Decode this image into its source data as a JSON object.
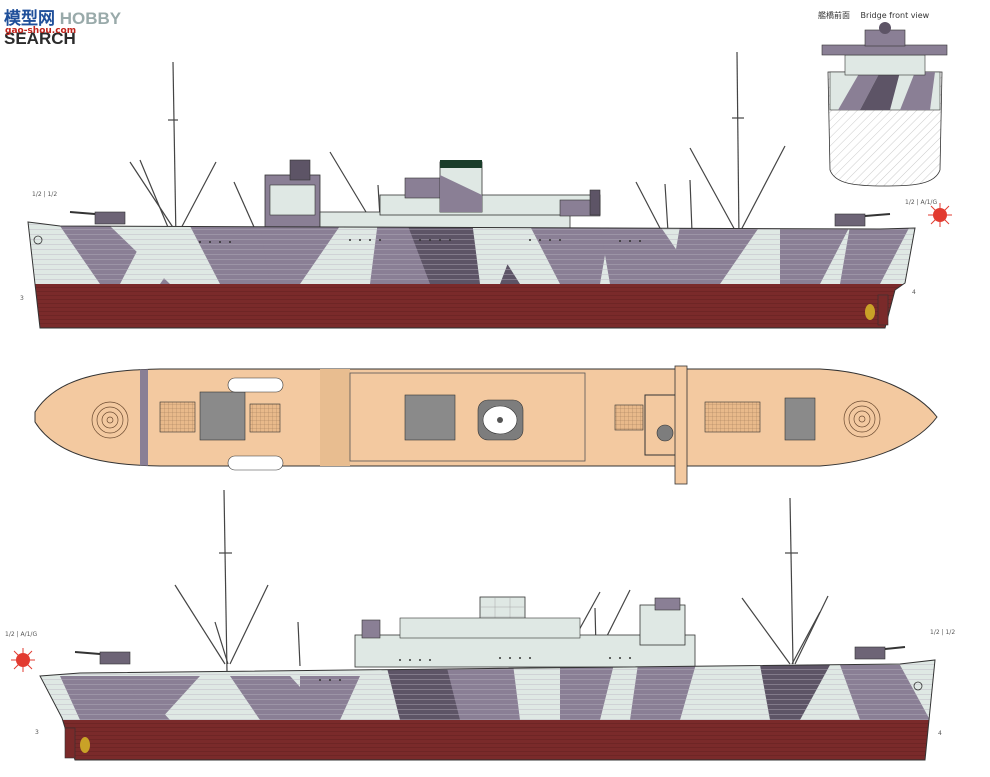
{
  "site_logo": {
    "brand_cn": "模型网",
    "brand_en": "SEARCH",
    "hobby": "HOBBY",
    "domain": "gao-shou.com"
  },
  "bridge_front_view": {
    "label_cn": "艦橋前面",
    "label_en": "Bridge front view"
  },
  "side_view_upper": {
    "stern_marks": "1/2  |  1/2",
    "bow_marks": "1/2 | A/1/G",
    "draft_mark_left": "3",
    "draft_mark_right": "4"
  },
  "side_view_lower": {
    "bow_marks": "1/2 | A/1/G",
    "stern_marks": "1/2 | 1/2",
    "draft_mark_left": "3",
    "draft_mark_right": "4"
  },
  "colors": {
    "hull_red": "#7a2a2a",
    "camo_light": "#dfe8e4",
    "camo_mid": "#8a7f95",
    "camo_dark": "#5d5466",
    "deck": "#f3c9a0",
    "outline": "#333333"
  }
}
